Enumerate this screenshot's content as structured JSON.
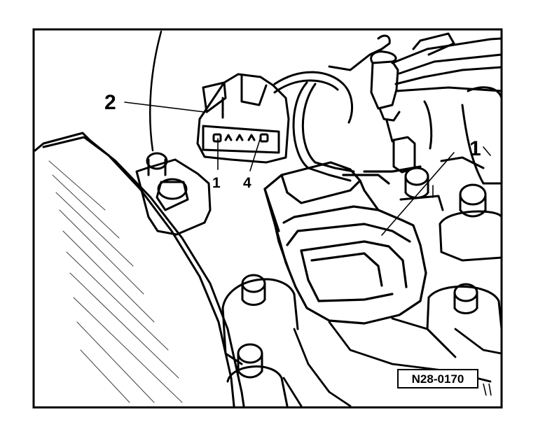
{
  "figure": {
    "reference_code": "N28-0170",
    "callouts": {
      "component_1": "1",
      "connector_2": "2",
      "pin_1": "1",
      "pin_4": "4"
    }
  },
  "colors": {
    "ink": "#000000",
    "paper": "#ffffff"
  }
}
